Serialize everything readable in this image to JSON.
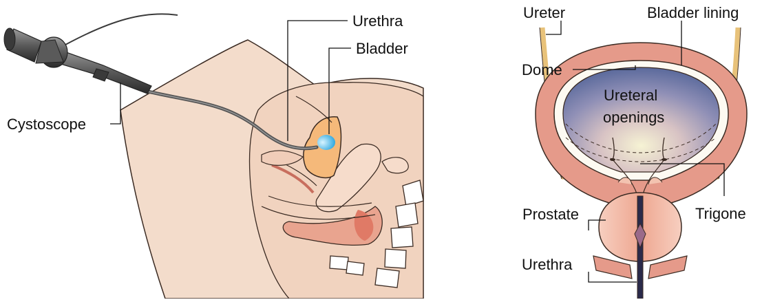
{
  "left_figure": {
    "labels": {
      "urethra": "Urethra",
      "bladder": "Bladder",
      "cystoscope": "Cystoscope"
    }
  },
  "right_figure": {
    "labels": {
      "ureter": "Ureter",
      "bladder_lining": "Bladder lining",
      "dome": "Dome",
      "ureteral_openings_line1": "Ureteral",
      "ureteral_openings_line2": "openings",
      "prostate": "Prostate",
      "trigone": "Trigone",
      "urethra": "Urethra"
    }
  },
  "colors": {
    "skin": "#f3dccb",
    "skin_outline": "#3a2a22",
    "muscle": "#e39a86",
    "muscle_dark": "#c86e5e",
    "bladder_orange": "#f5b97a",
    "bladder_lumen": "#6a7aa8",
    "bladder_glow": "#f3efc8",
    "scope_light": "#46b8e8",
    "scope_gray": "#555555",
    "prostate": "#f0b8a4"
  }
}
